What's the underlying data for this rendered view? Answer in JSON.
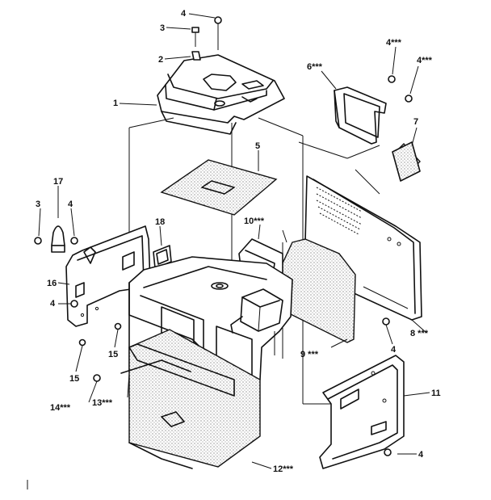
{
  "callouts": {
    "c1": "1",
    "c2": "2",
    "c3a": "3",
    "c3b": "3",
    "c4a": "4",
    "c4b": "4***",
    "c4c": "4***",
    "c4d": "4",
    "c4e": "4",
    "c4f": "4",
    "c4g": "4",
    "c5": "5",
    "c6": "6***",
    "c7": "7",
    "c8": "8 ***",
    "c9": "9 ***",
    "c10": "10***",
    "c11": "11",
    "c12": "12***",
    "c13": "13***",
    "c14": "14***",
    "c15a": "15",
    "c15b": "15",
    "c16": "16",
    "c17": "17",
    "c18": "18"
  }
}
